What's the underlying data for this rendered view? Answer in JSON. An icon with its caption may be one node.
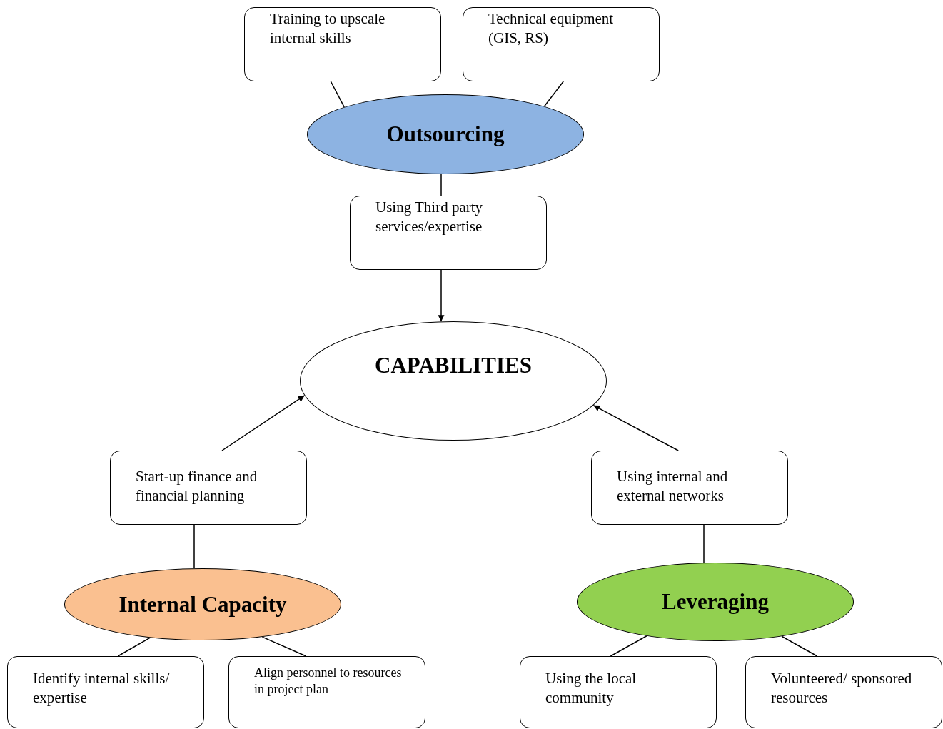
{
  "diagram": {
    "nodes": [
      {
        "text": [
          "Training to upscale internal skills"
        ]
      },
      {
        "text": [
          "Technical equipment (GIS, RS)"
        ]
      },
      {
        "text": [
          "Outsourcing"
        ]
      },
      {
        "text": [
          "Using Third party services/expertise"
        ]
      },
      {
        "text": [
          "CAPABILITIES"
        ]
      },
      {
        "text": [
          "Start-up finance and financial planning"
        ]
      },
      {
        "text": [
          "Using internal and external networks"
        ]
      },
      {
        "text": [
          "Internal Capacity"
        ]
      },
      {
        "text": [
          "Leveraging"
        ]
      },
      {
        "text": [
          "Identify internal skills/ expertise"
        ]
      },
      {
        "text": [
          "Align personnel to resources in project plan"
        ]
      },
      {
        "text": [
          "Using the local community"
        ]
      },
      {
        "text": [
          "Volunteered/ sponsored resources"
        ]
      }
    ],
    "edges": [
      {
        "from": 0,
        "to": 2,
        "arrow": "none"
      },
      {
        "from": 1,
        "to": 2,
        "arrow": "none"
      },
      {
        "from": 2,
        "to": 3,
        "arrow": "none"
      },
      {
        "from": 3,
        "to": 4,
        "arrow": "to"
      },
      {
        "from": 5,
        "to": 4,
        "arrow": "to"
      },
      {
        "from": 6,
        "to": 4,
        "arrow": "to"
      },
      {
        "from": 7,
        "to": 5,
        "arrow": "none"
      },
      {
        "from": 8,
        "to": 6,
        "arrow": "none"
      },
      {
        "from": 7,
        "to": 9,
        "arrow": "none"
      },
      {
        "from": 7,
        "to": 10,
        "arrow": "none"
      },
      {
        "from": 8,
        "to": 11,
        "arrow": "none"
      },
      {
        "from": 8,
        "to": 12,
        "arrow": "none"
      }
    ]
  }
}
